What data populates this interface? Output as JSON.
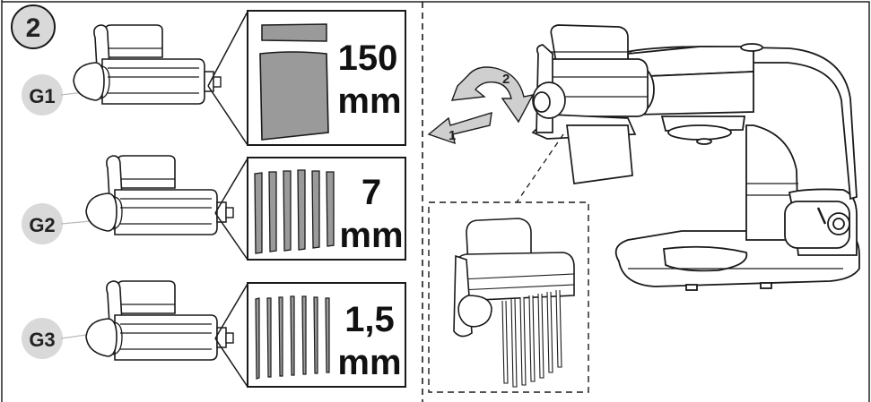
{
  "step_badge": "2",
  "rows": [
    {
      "id": "G1",
      "size_value": "150",
      "size_unit": "mm"
    },
    {
      "id": "G2",
      "size_value": "7",
      "size_unit": "mm"
    },
    {
      "id": "G3",
      "size_value": "1,5",
      "size_unit": "mm"
    }
  ],
  "arrows": {
    "step1": "1",
    "step2": "2"
  },
  "colors": {
    "outline": "#1a1a1a",
    "sheet_fill": "#9a9a9a",
    "badge_fill": "#d9d9d9",
    "arrow_fill": "#cfcfcf"
  }
}
